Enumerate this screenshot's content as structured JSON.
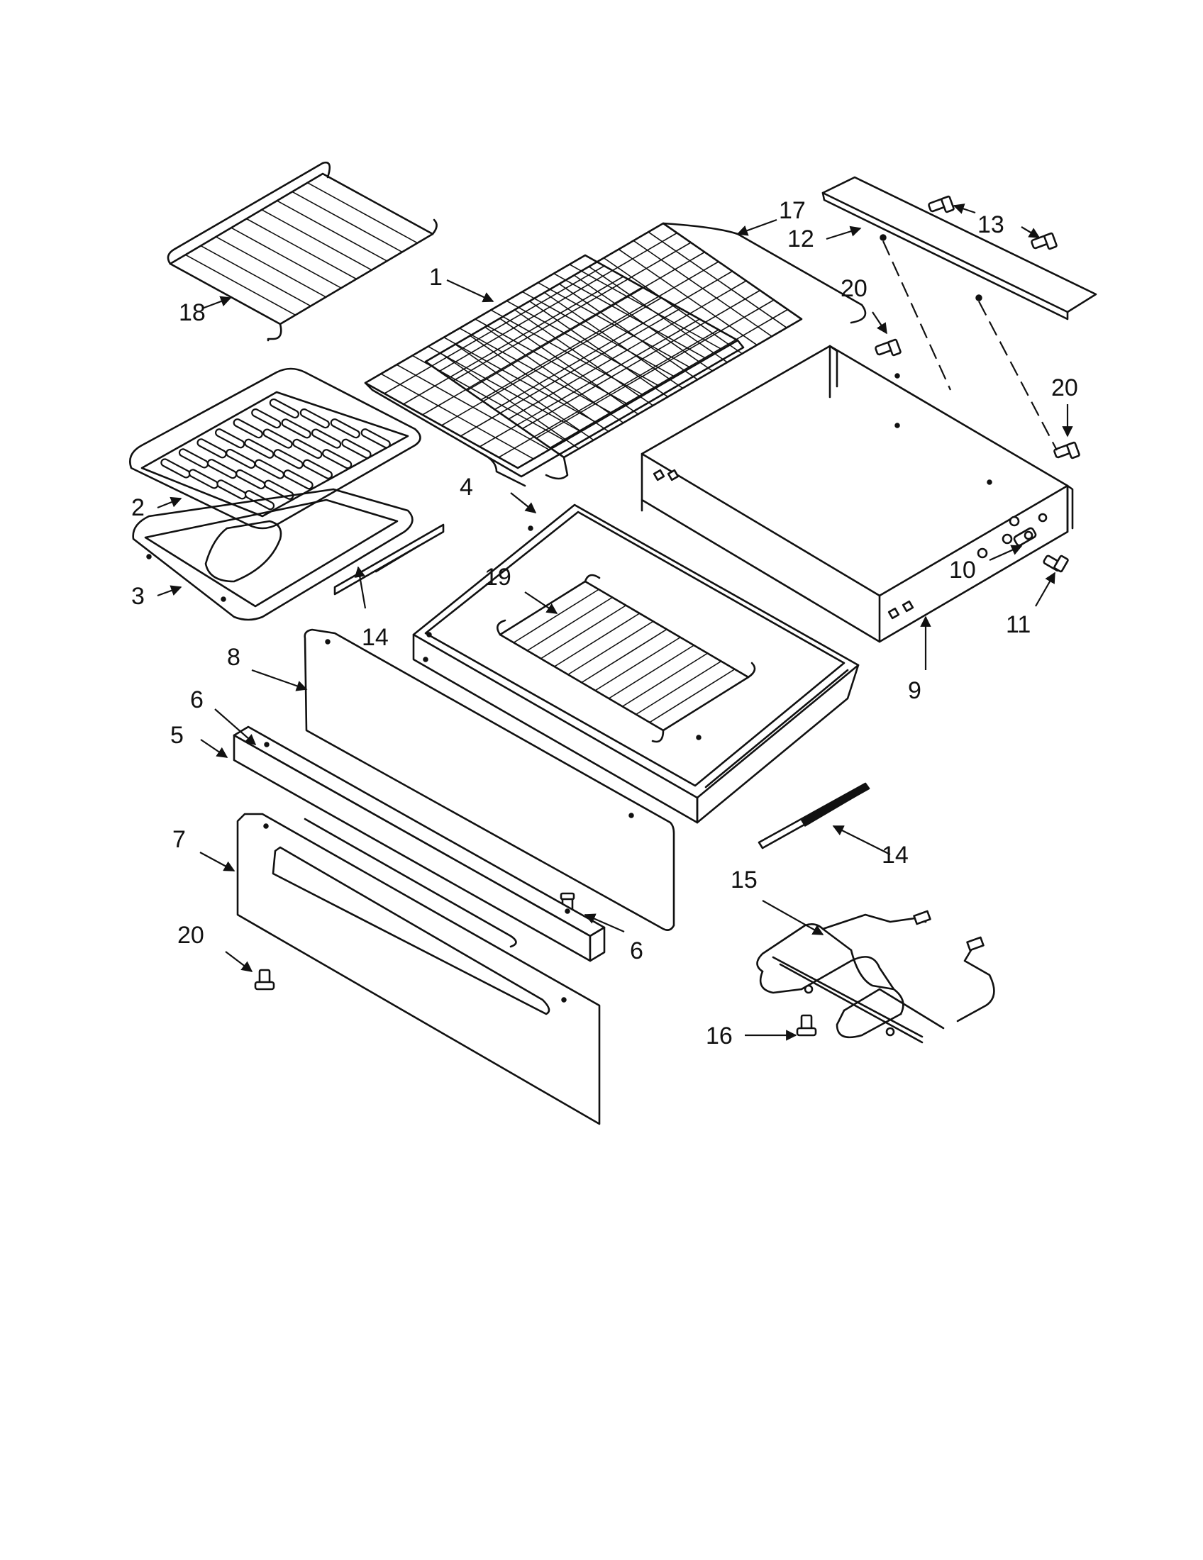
{
  "labels": [
    {
      "id": "1",
      "text": "1"
    },
    {
      "id": "2",
      "text": "2"
    },
    {
      "id": "3",
      "text": "3"
    },
    {
      "id": "4",
      "text": "4"
    },
    {
      "id": "5",
      "text": "5"
    },
    {
      "id": "6a",
      "text": "6"
    },
    {
      "id": "6b",
      "text": "6"
    },
    {
      "id": "7",
      "text": "7"
    },
    {
      "id": "8",
      "text": "8"
    },
    {
      "id": "9",
      "text": "9"
    },
    {
      "id": "10",
      "text": "10"
    },
    {
      "id": "11",
      "text": "11"
    },
    {
      "id": "12",
      "text": "12"
    },
    {
      "id": "13",
      "text": "13"
    },
    {
      "id": "14a",
      "text": "14"
    },
    {
      "id": "14b",
      "text": "14"
    },
    {
      "id": "15",
      "text": "15"
    },
    {
      "id": "16",
      "text": "16"
    },
    {
      "id": "17",
      "text": "17"
    },
    {
      "id": "18",
      "text": "18"
    },
    {
      "id": "19",
      "text": "19"
    },
    {
      "id": "20a",
      "text": "20"
    },
    {
      "id": "20b",
      "text": "20"
    },
    {
      "id": "20c",
      "text": "20"
    }
  ]
}
